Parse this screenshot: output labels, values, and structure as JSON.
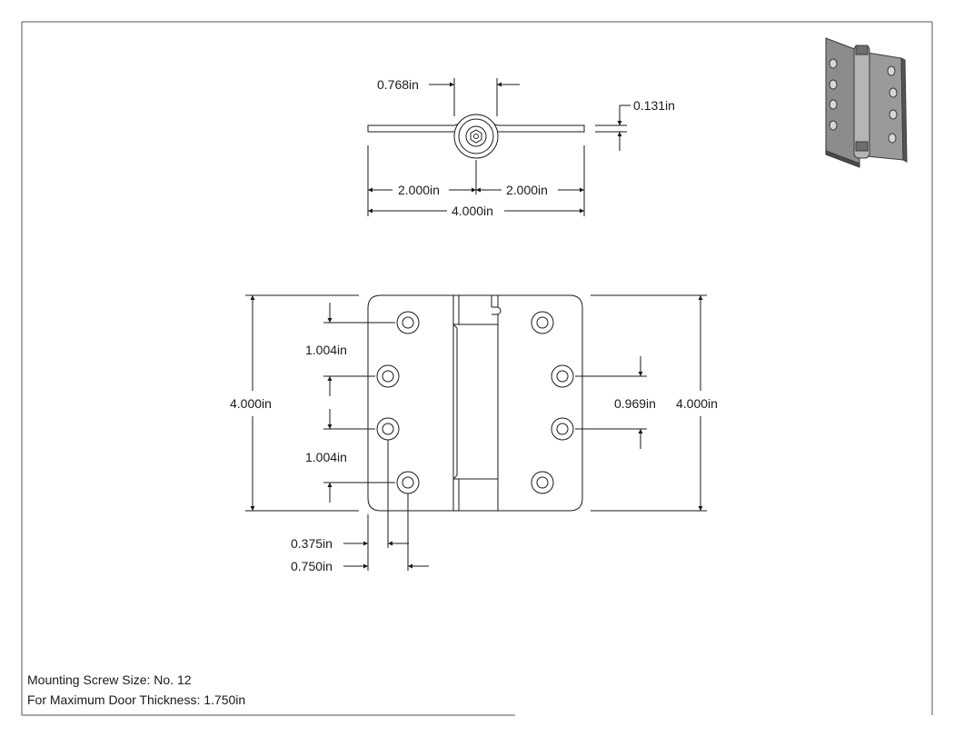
{
  "top_view": {
    "pin_width": "0.768in",
    "leaf_thickness": "0.131in",
    "left_half": "2.000in",
    "right_half": "2.000in",
    "overall_width": "4.000in"
  },
  "front_view": {
    "height_left": "4.000in",
    "height_right": "4.000in",
    "hole_spacing_top": "1.004in",
    "hole_spacing_bottom": "1.004in",
    "hole_spacing_right": "0.969in",
    "hole_offset_inner": "0.375in",
    "hole_offset_outer": "0.750in"
  },
  "notes": {
    "screw_size": "Mounting Screw Size: No. 12",
    "door_thickness": "For Maximum Door Thickness: 1.750in"
  },
  "colors": {
    "line": "#1a1a1a",
    "thumbnail_body": "#8c8c8c"
  }
}
